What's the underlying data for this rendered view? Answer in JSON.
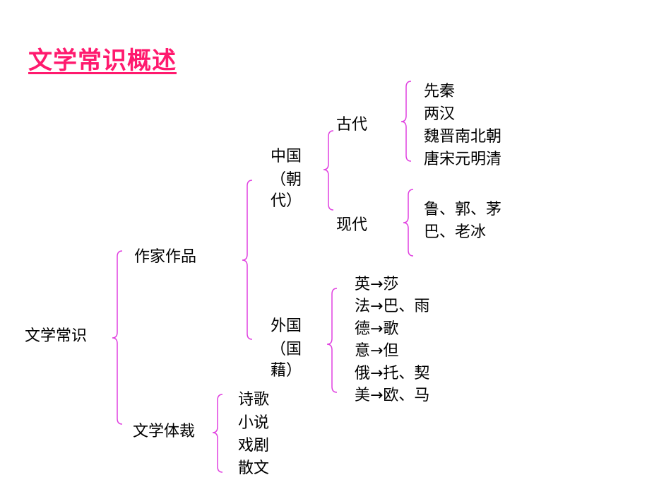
{
  "title": "文学常识概述",
  "colors": {
    "title": "#ff1a6e",
    "brace": "#e040e0"
  },
  "root": "文学常识",
  "writers": {
    "label": "作家作品",
    "china": {
      "label_lines": [
        "中国",
        "（朝",
        "代）"
      ],
      "ancient": {
        "label": "古代",
        "items": [
          "先秦",
          "两汉",
          "魏晋南北朝",
          "唐宋元明清"
        ]
      },
      "modern": {
        "label": "现代",
        "items": [
          "鲁、郭、茅",
          "巴、老冰"
        ]
      }
    },
    "foreign": {
      "label_lines": [
        "外国",
        "（国",
        "藉）"
      ],
      "items": [
        "英→莎",
        "法→巴、雨",
        "德→歌",
        "意→但",
        "俄→托、契",
        "美→欧、马"
      ]
    }
  },
  "genres": {
    "label": "文学体裁",
    "items": [
      "诗歌",
      "小说",
      "戏剧",
      "散文"
    ]
  }
}
